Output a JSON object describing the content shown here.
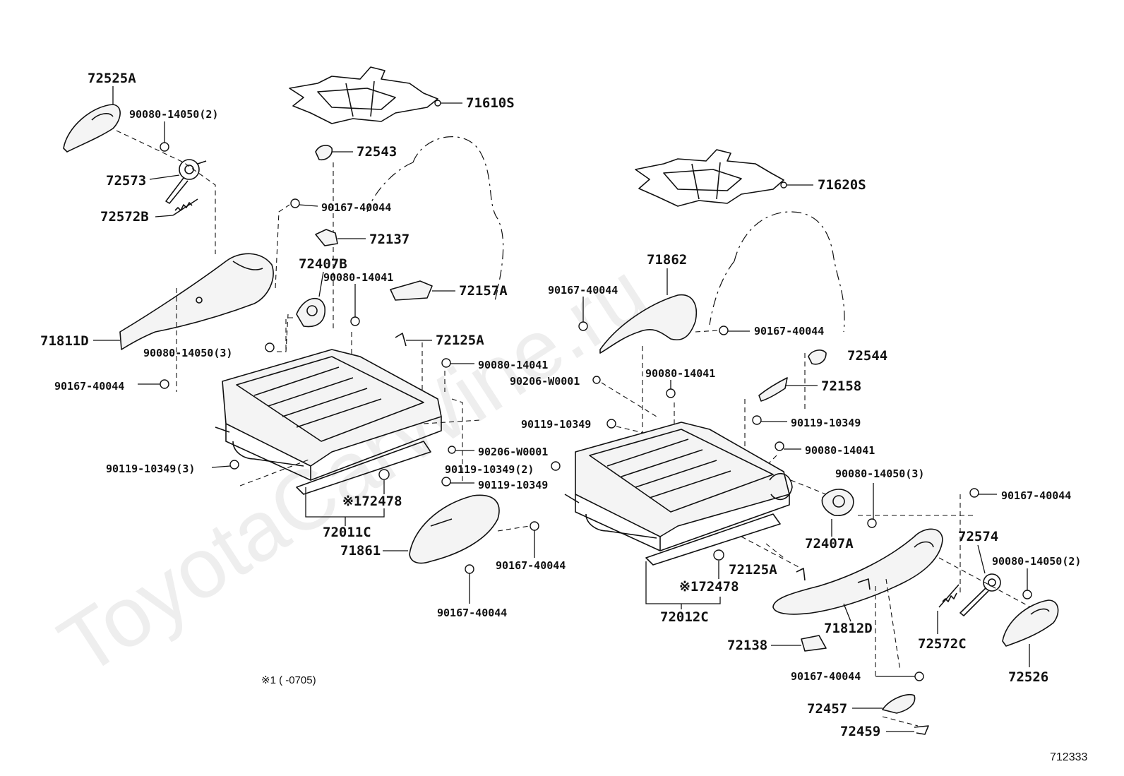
{
  "watermark": "ToyotaCarWine.ru",
  "figure_code": "712333",
  "note": "※1 (        -0705)",
  "labels": {
    "p72525A": "72525A",
    "p90080_14050_2a": "90080-14050(2)",
    "p72573": "72573",
    "p72572B": "72572B",
    "p71811D": "71811D",
    "p90080_14050_3a": "90080-14050(3)",
    "p90167_40044_a": "90167-40044",
    "p71610S": "71610S",
    "p72543": "72543",
    "p90167_40044_b": "90167-40044",
    "p72137": "72137",
    "p72407B": "72407B",
    "p90080_14041_a": "90080-14041",
    "p72157A": "72157A",
    "p72125A_a": "72125A",
    "p90080_14041_b": "90080-14041",
    "p90206_W0001_a": "90206-W0001",
    "p90119_10349_3": "90119-10349(3)",
    "p90119_10349_2": "90119-10349(2)",
    "p90119_10349_a": "90119-10349",
    "p72478_a": "※172478",
    "p72011C": "72011C",
    "p71861": "71861",
    "p90167_40044_c": "90167-40044",
    "p90167_40044_d": "90167-40044",
    "p71620S": "71620S",
    "p71862": "71862",
    "p90167_40044_e": "90167-40044",
    "p90167_40044_f": "90167-40044",
    "p72544": "72544",
    "p90080_14041_c": "90080-14041",
    "p90206_W0001_b": "90206-W0001",
    "p72158": "72158",
    "p90119_10349_b": "90119-10349",
    "p90119_10349_c": "90119-10349",
    "p90080_14041_d": "90080-14041",
    "p90080_14050_3b": "90080-14050(3)",
    "p90167_40044_g": "90167-40044",
    "p72574": "72574",
    "p72407A": "72407A",
    "p90080_14050_2b": "90080-14050(2)",
    "p72125A_b": "72125A",
    "p72478_b": "※172478",
    "p72012C": "72012C",
    "p71812D": "71812D",
    "p72572C": "72572C",
    "p72526": "72526",
    "p72138": "72138",
    "p90167_40044_h": "90167-40044",
    "p72457": "72457",
    "p72459": "72459"
  }
}
